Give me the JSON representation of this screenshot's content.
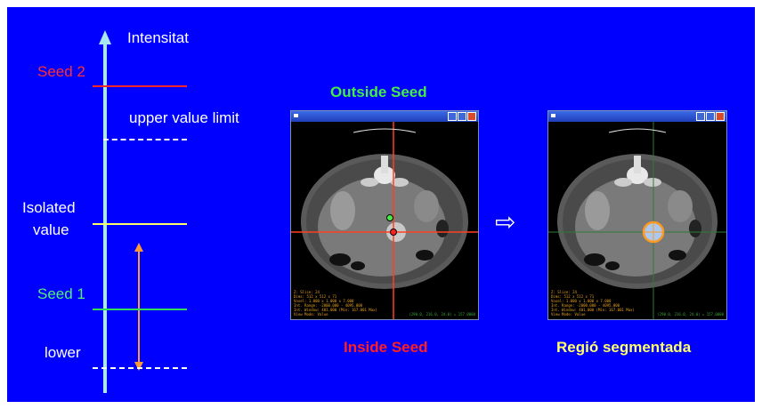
{
  "axis": {
    "title": "Intensitat",
    "labels": {
      "seed2": "Seed 2",
      "upper": "upper value limit",
      "isolated_line1": "Isolated",
      "isolated_line2": "value",
      "seed1": "Seed 1",
      "lower": "lower"
    }
  },
  "left_image": {
    "top_caption": "Outside Seed",
    "bottom_caption": "Inside Seed",
    "info_lines": "Z: Slice: 24\nDims: 512 x 512 x 71\nVoxel: 1.000 x 1.000 x 7.000\nInt. Range: -2000.000 - 4095.000\nInt. Window: 401.000 (Min: 167.001 Max)\nView Mode: Value",
    "info_right": "(290.0, 216.0, 24.0) = 157.0000"
  },
  "right_image": {
    "caption": "Regió segmentada",
    "info_lines": "Z: Slice: 24\nDims: 512 x 512 x 71\nVoxel: 1.000 x 1.000 x 7.000\nInt. Range: -2000.000 - 4095.000\nInt. Window: 401.000 (Min: 167.001 Max)\nView Mode: Value",
    "info_right": "(290.0, 216.0, 24.0) = 157.0000"
  },
  "arrow": "⇨",
  "colors": {
    "background": "#0000ff",
    "seed2": "#ff3030",
    "isolated": "#ffff66",
    "seed1": "#33dd55",
    "range_arrow": "#ff9933",
    "outside_seed": "#44ee44",
    "inside_seed": "#ff2020",
    "segmented_caption": "#ffff66"
  }
}
